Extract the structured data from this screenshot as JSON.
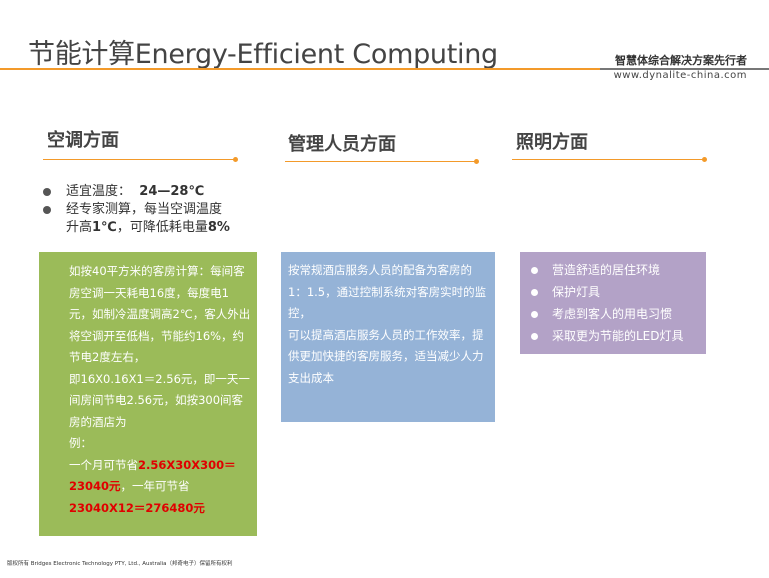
{
  "header": {
    "title": "节能计算Energy-Efficient Computing",
    "brand_tag": "智慧体综合解决方案先行者",
    "brand_url": "www.dynalite-china.com"
  },
  "columns": {
    "ac": {
      "heading": "空调方面"
    },
    "staff": {
      "heading": "管理人员方面"
    },
    "lighting": {
      "heading": "照明方面"
    }
  },
  "ac_bullets": {
    "b1_label": "适宜温度：",
    "b1_value": "24—28℃",
    "b2_line1": "经专家测算，每当空调温度",
    "b2_pre": "升高",
    "b2_temp": "1℃",
    "b2_mid": "，可降低耗电量",
    "b2_pct": "8%"
  },
  "green_box": {
    "p1": "如按40平方米的客房计算：每间客房空调一天耗电16度，每度电1元，如制冷温度调高2℃，客人外出将空调开至低档，节能约16%，约节电2度左右，",
    "p2": "即16X0.16X1＝2.56元，即一天一间房间节电2.56元，如按300间客房的酒店为",
    "p3": "例：",
    "p4_a": "一个月可节省",
    "p4_b": "2.56X30X300＝23040元",
    "p4_c": "，一年可节省",
    "p4_d": "23040X12＝276480元"
  },
  "blue_box": {
    "p1": "按常规酒店服务人员的配备为客房的1：1.5，通过控制系统对客房实时的监控，",
    "p2": "可以提高酒店服务人员的工作效率，提供更加快捷的客房服务，适当减少人力",
    "p3": "支出成本"
  },
  "purple_box": {
    "items": [
      "营造舒适的居住环境",
      "保护灯具",
      "考虑到客人的用电习惯",
      "采取更为节能的LED灯具"
    ]
  },
  "footer": {
    "text": "版权所有 Bridges Electronic Technology PTY, Ltd., Australia（邦奇电子）保留所有权利"
  },
  "colors": {
    "accent_orange": "#f39a2a",
    "green_box": "#9bbb59",
    "blue_box": "#95b3d7",
    "purple_box": "#b3a2c7",
    "highlight_red": "#e00000"
  }
}
